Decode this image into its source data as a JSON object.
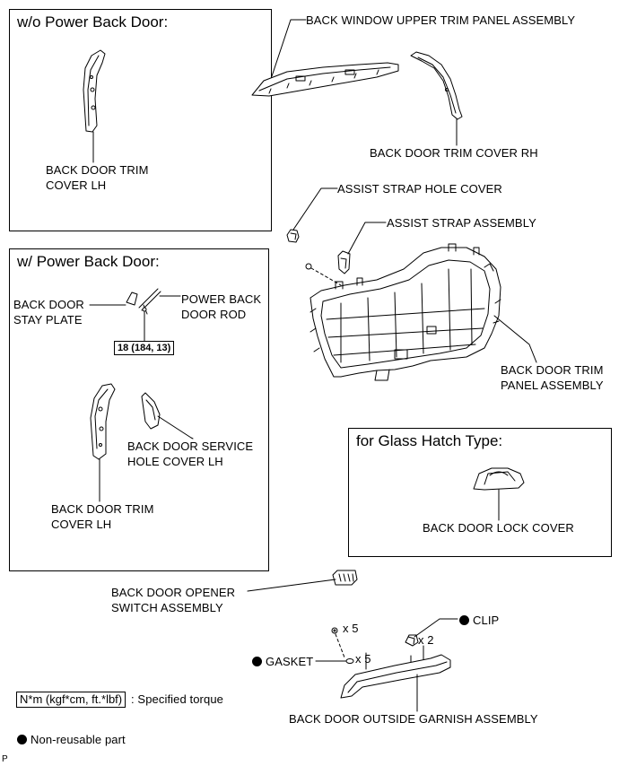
{
  "panels": {
    "wo_power": {
      "title": "w/o Power Back Door:",
      "part_label": [
        "BACK DOOR TRIM",
        "COVER LH"
      ]
    },
    "w_power": {
      "title": "w/ Power Back Door:",
      "stay_plate": [
        "BACK DOOR",
        "STAY PLATE"
      ],
      "rod": [
        "POWER BACK",
        "DOOR ROD"
      ],
      "torque": "18 (184, 13)",
      "service_cover": [
        "BACK DOOR SERVICE",
        "HOLE COVER LH"
      ],
      "trim_cover": [
        "BACK DOOR TRIM",
        "COVER LH"
      ]
    },
    "glass_hatch": {
      "title": "for Glass Hatch Type:",
      "part_label": "BACK DOOR LOCK COVER"
    }
  },
  "labels": {
    "upper_trim": "BACK WINDOW UPPER TRIM PANEL ASSEMBLY",
    "trim_cover_rh": "BACK DOOR TRIM COVER RH",
    "strap_hole_cover": "ASSIST STRAP HOLE COVER",
    "strap_assembly": "ASSIST STRAP ASSEMBLY",
    "trim_panel": [
      "BACK DOOR TRIM",
      "PANEL ASSEMBLY"
    ],
    "opener_switch": [
      "BACK DOOR OPENER",
      "SWITCH ASSEMBLY"
    ],
    "clip": "CLIP",
    "gasket": "GASKET",
    "qty_a": "x 5",
    "qty_b": "x 5",
    "qty_c": "x 2",
    "garnish": "BACK DOOR OUTSIDE GARNISH ASSEMBLY"
  },
  "legend": {
    "torque_unit": "N*m (kgf*cm, ft.*lbf)",
    "torque_text": ": Specified torque",
    "nonreusable": "Non-reusable part"
  },
  "corner_mark": "P"
}
